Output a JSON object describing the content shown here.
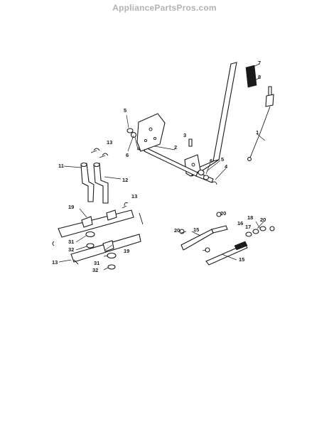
{
  "watermark": "AppliancePartsPros.com",
  "callouts": [
    "7",
    "8",
    "5",
    "1",
    "3",
    "2",
    "4",
    "6",
    "6",
    "5",
    "4",
    "13",
    "11",
    "12",
    "13",
    "19",
    "31",
    "32",
    "31",
    "32",
    "19",
    "13",
    "20",
    "15",
    "20",
    "15",
    "18",
    "16",
    "17",
    "20"
  ],
  "colors": {
    "line": "#1a1a1a",
    "background": "#ffffff",
    "watermark": "#b3b3b3"
  }
}
